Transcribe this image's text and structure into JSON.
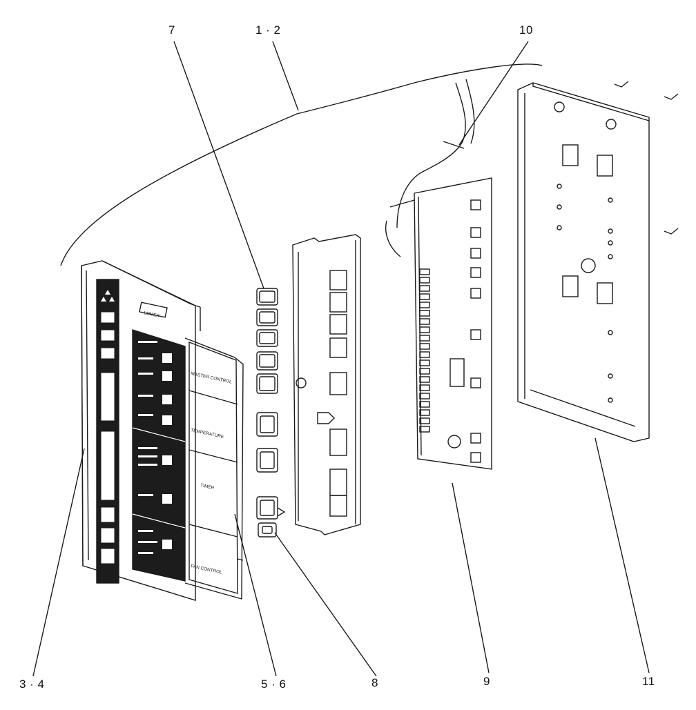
{
  "callouts": {
    "c7": "7",
    "c12": "1 · 2",
    "c10": "10",
    "c34": "3 · 4",
    "c56": "5 · 6",
    "c8": "8",
    "c9": "9",
    "c11": "11"
  },
  "panel_labels": {
    "brand": "LOMEX",
    "master": "MASTER CONTROL",
    "temperature": "TEMPERATURE",
    "timer": "TIMER",
    "fan": "FAN CONTROL"
  },
  "colors": {
    "line": "#1a1a1a",
    "dark_panel": "#1c1c1c",
    "paper": "#ffffff"
  }
}
